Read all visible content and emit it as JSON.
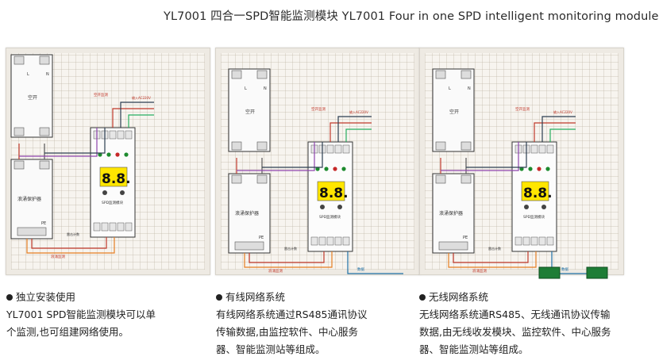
{
  "title": "YL7001 四合一SPD智能监测模块 YL7001 Four in one SPD intelligent monitoring module",
  "diagram_labels": {
    "breaker": "空开",
    "spd": "浪涌保护器",
    "breaker_monitor": "空开监测",
    "ac_input": "输入AC220V",
    "line": "L",
    "neutral": "N",
    "pe": "PE",
    "surge_monitor": "浪涌监测",
    "lightning_counter": "雷击计数",
    "display": "8.8.",
    "module_name": "SPD监测模块",
    "data_label": "数据"
  },
  "captions": [
    {
      "heading": "独立安装使用",
      "lines": [
        "YL7001 SPD智能监测模块可以单",
        "个监测,也可组建网络使用。"
      ]
    },
    {
      "heading": "有线网络系统",
      "lines": [
        "有线网络系统通过RS485通讯协议",
        "传输数据,由监控软件、中心服务",
        "器、智能监测站等组成。"
      ]
    },
    {
      "heading": "无线网络系统",
      "lines": [
        "无线网络系统通RS485、无线通讯协议传输",
        "数据,由无线收发模块、监控软件、中心服务",
        "器、智能监测站等组成。"
      ]
    }
  ]
}
